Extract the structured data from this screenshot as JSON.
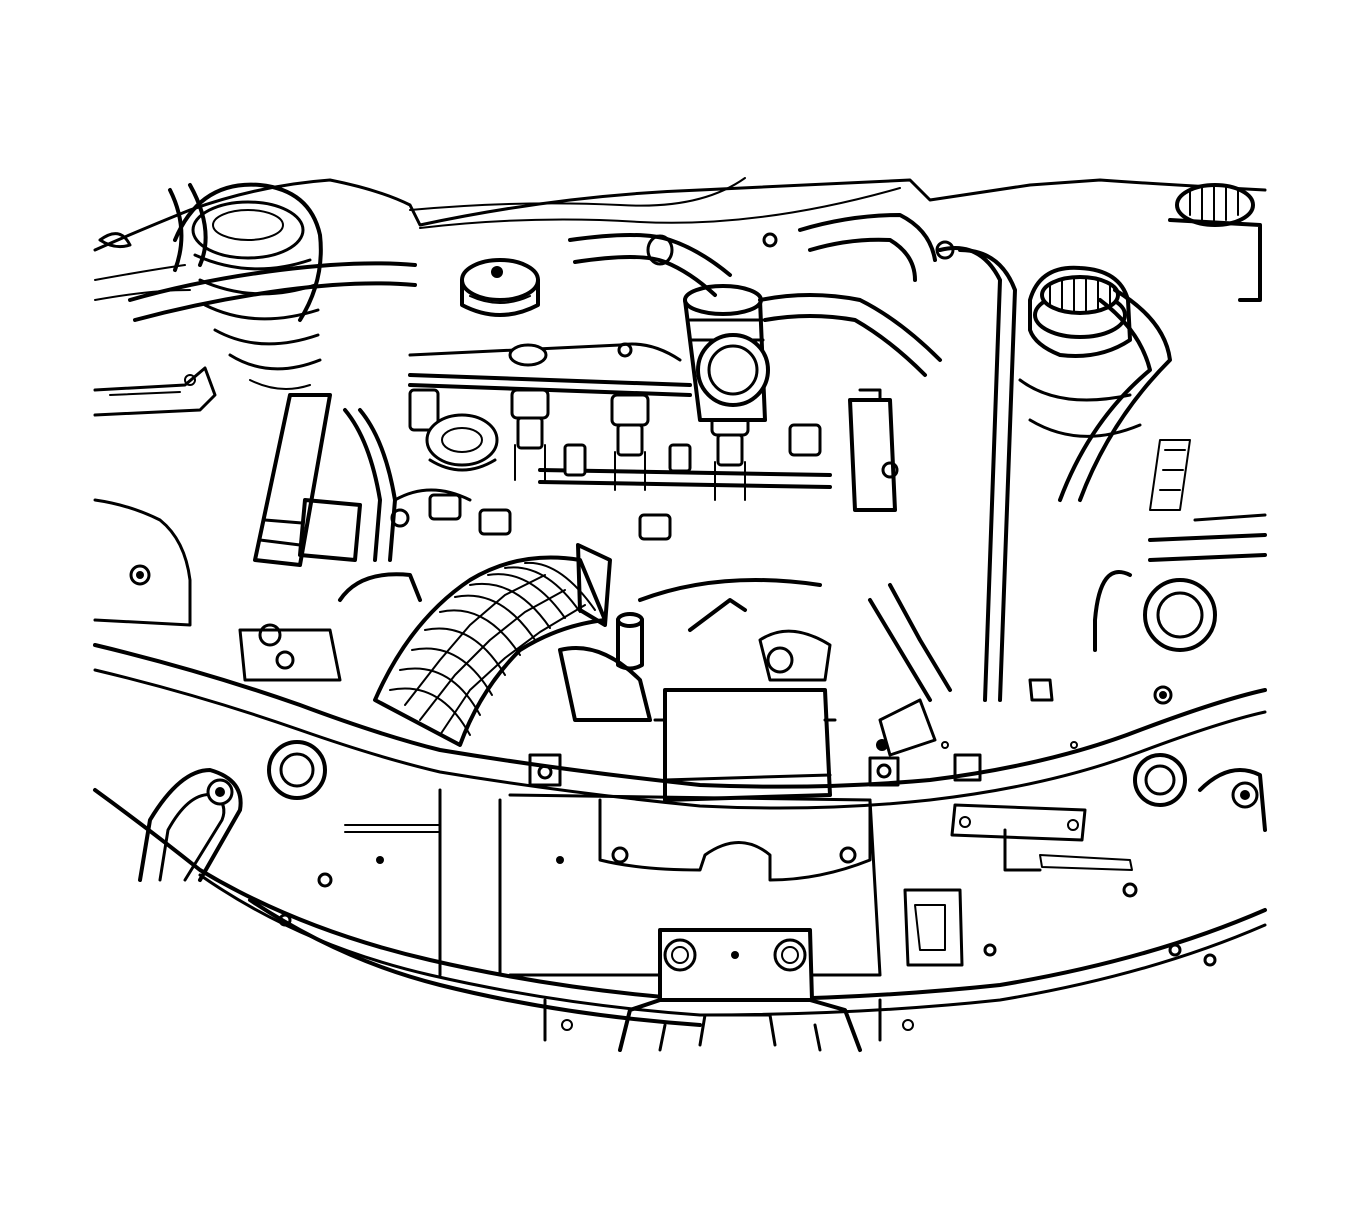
{
  "diagram": {
    "type": "line-art illustration",
    "subject": "engine-compartment",
    "colors": {
      "line": "#000000",
      "background": "#ffffff"
    },
    "components": [
      {
        "key": "radiator-support",
        "icon": "radiator-support-shape"
      },
      {
        "key": "air-intake-duct",
        "icon": "corrugated-duct-shape"
      },
      {
        "key": "fuse-box",
        "icon": "rectangular-cover-shape"
      },
      {
        "key": "coolant-reservoir-cap",
        "icon": "ribbed-cap-shape"
      },
      {
        "key": "brake-fluid-cap",
        "icon": "ribbed-cap-shape"
      },
      {
        "key": "washer-fluid-cap",
        "icon": "round-cap-shape"
      },
      {
        "key": "strut-tower-left",
        "icon": "coil-mount-shape"
      },
      {
        "key": "fuel-rail",
        "icon": "rail-shape"
      },
      {
        "key": "fuel-injectors",
        "icon": "injector-shape"
      },
      {
        "key": "oil-filler-cap",
        "icon": "round-cap-shape"
      },
      {
        "key": "hood-latch",
        "icon": "latch-shape"
      },
      {
        "key": "hoses",
        "icon": "hose-shape"
      }
    ]
  }
}
